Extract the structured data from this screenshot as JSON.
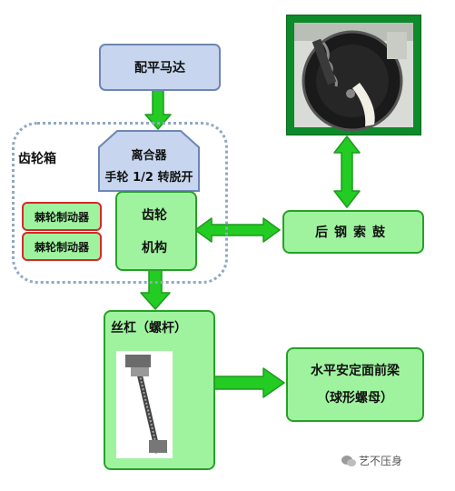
{
  "nodes": {
    "motor": "配平马达",
    "gearbox": "齿轮箱",
    "clutch_line1": "离合器",
    "clutch_line2": "手轮 1/2 转脱开",
    "brake_top": "棘轮制动器",
    "brake_bottom": "棘轮制动器",
    "gear_line1": "齿轮",
    "gear_line2": "机构",
    "rear_drum": "后钢索鼓",
    "screw": "丝杠（螺杆）",
    "nut_line1": "水平安定面前梁",
    "nut_line2": "（球形螺母）"
  },
  "watermark": "艺不压身",
  "colors": {
    "green_fill": "#9ff39f",
    "green_border": "#27a127",
    "blue_fill": "#c7d6ee",
    "blue_border": "#6e86b5",
    "brake_border": "#d62828",
    "arrow": "#22cc22"
  }
}
